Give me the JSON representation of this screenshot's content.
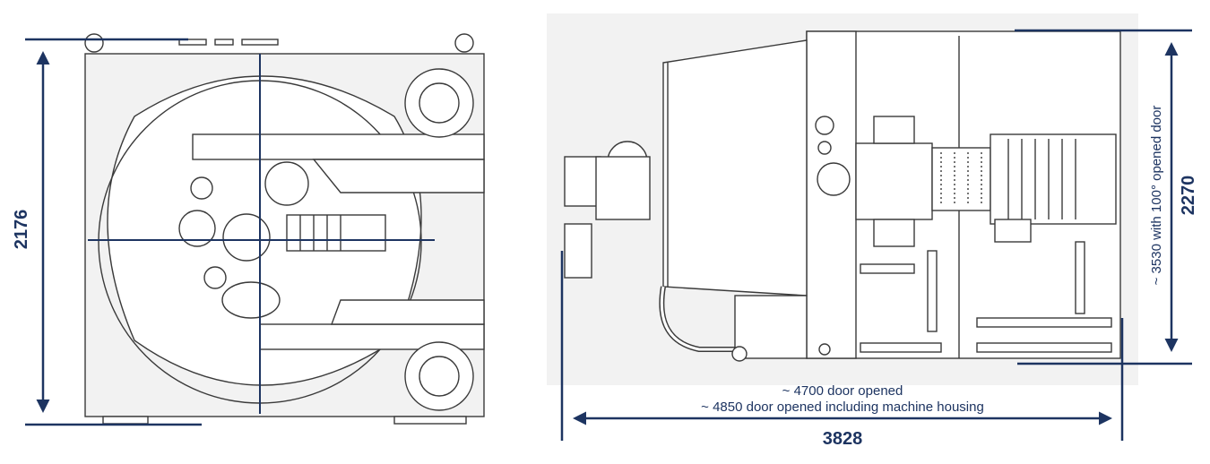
{
  "colors": {
    "dimension": "#1d3461",
    "line": "#3a3a3a",
    "panel": "#f2f2f2"
  },
  "front_view": {
    "height_label": "2176"
  },
  "side_view": {
    "width_label": "3828",
    "note_door_opened": "~ 4700 door opened",
    "note_door_opened_housing": "~ 4850 door opened including machine housing",
    "height_label": "2270",
    "note_opened_door": "~ 3530 with 100° opened door"
  }
}
